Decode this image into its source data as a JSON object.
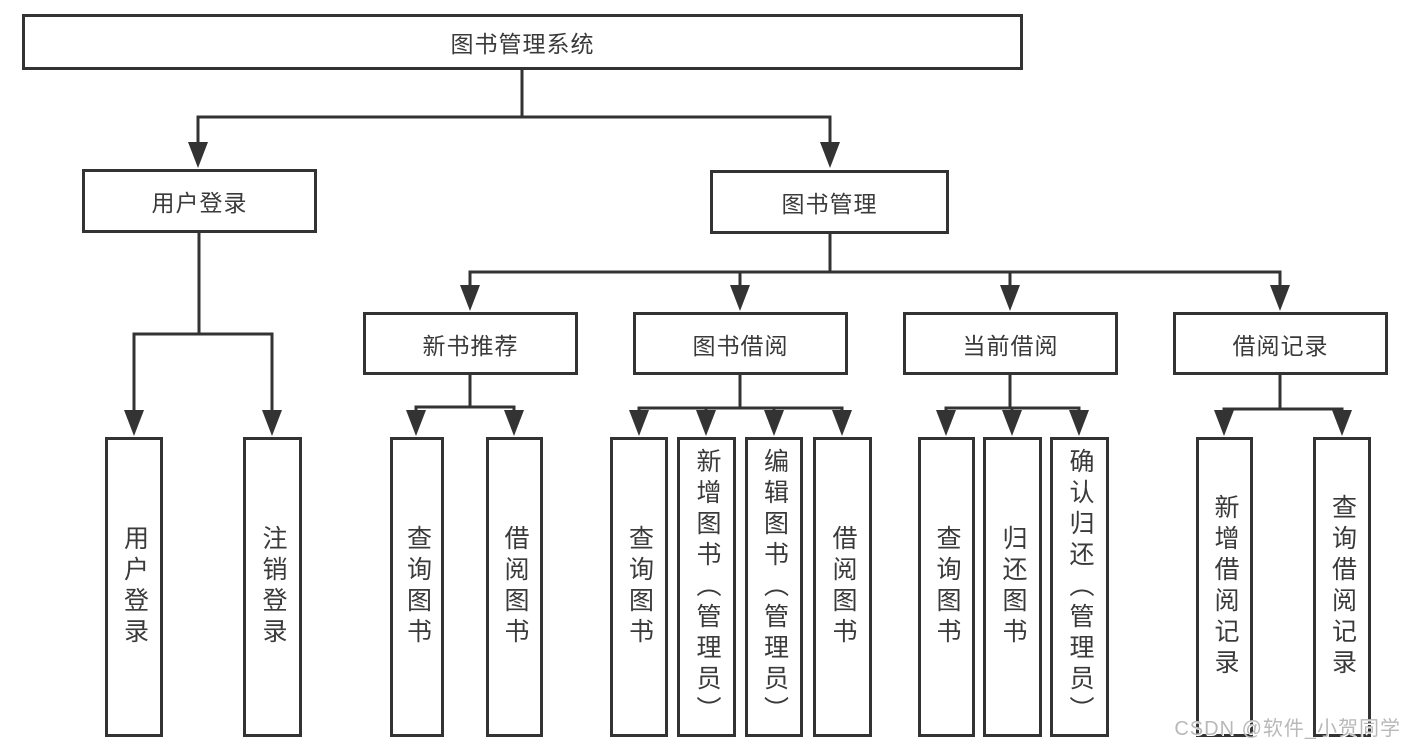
{
  "diagram_type": "hierarchy-diagram",
  "nodes": {
    "root": "图书管理系统",
    "user_login": "用户登录",
    "book_management": "图书管理",
    "new_book_recommend": "新书推荐",
    "book_borrow": "图书借阅",
    "current_borrow": "当前借阅",
    "borrow_records": "借阅记录"
  },
  "leaves": {
    "user_login": "用户登录",
    "logout": "注销登录",
    "nb_query": "查询图书",
    "nb_borrow": "借阅图书",
    "bb_query": "查询图书",
    "bb_add": "新增图书（管理员）",
    "bb_edit": "编辑图书（管理员）",
    "bb_borrow": "借阅图书",
    "cb_query": "查询图书",
    "cb_return": "归还图书",
    "cb_confirm": "确认归还（管理员）",
    "br_add": "新增借阅记录",
    "br_query": "查询借阅记录"
  },
  "watermark": {
    "text": "CSDN @软件_小贺同学"
  },
  "colors": {
    "line": "#333333",
    "box_border": "#333333",
    "text": "#3a3a3a",
    "watermark": "#b9b9b9",
    "background": "#ffffff"
  }
}
